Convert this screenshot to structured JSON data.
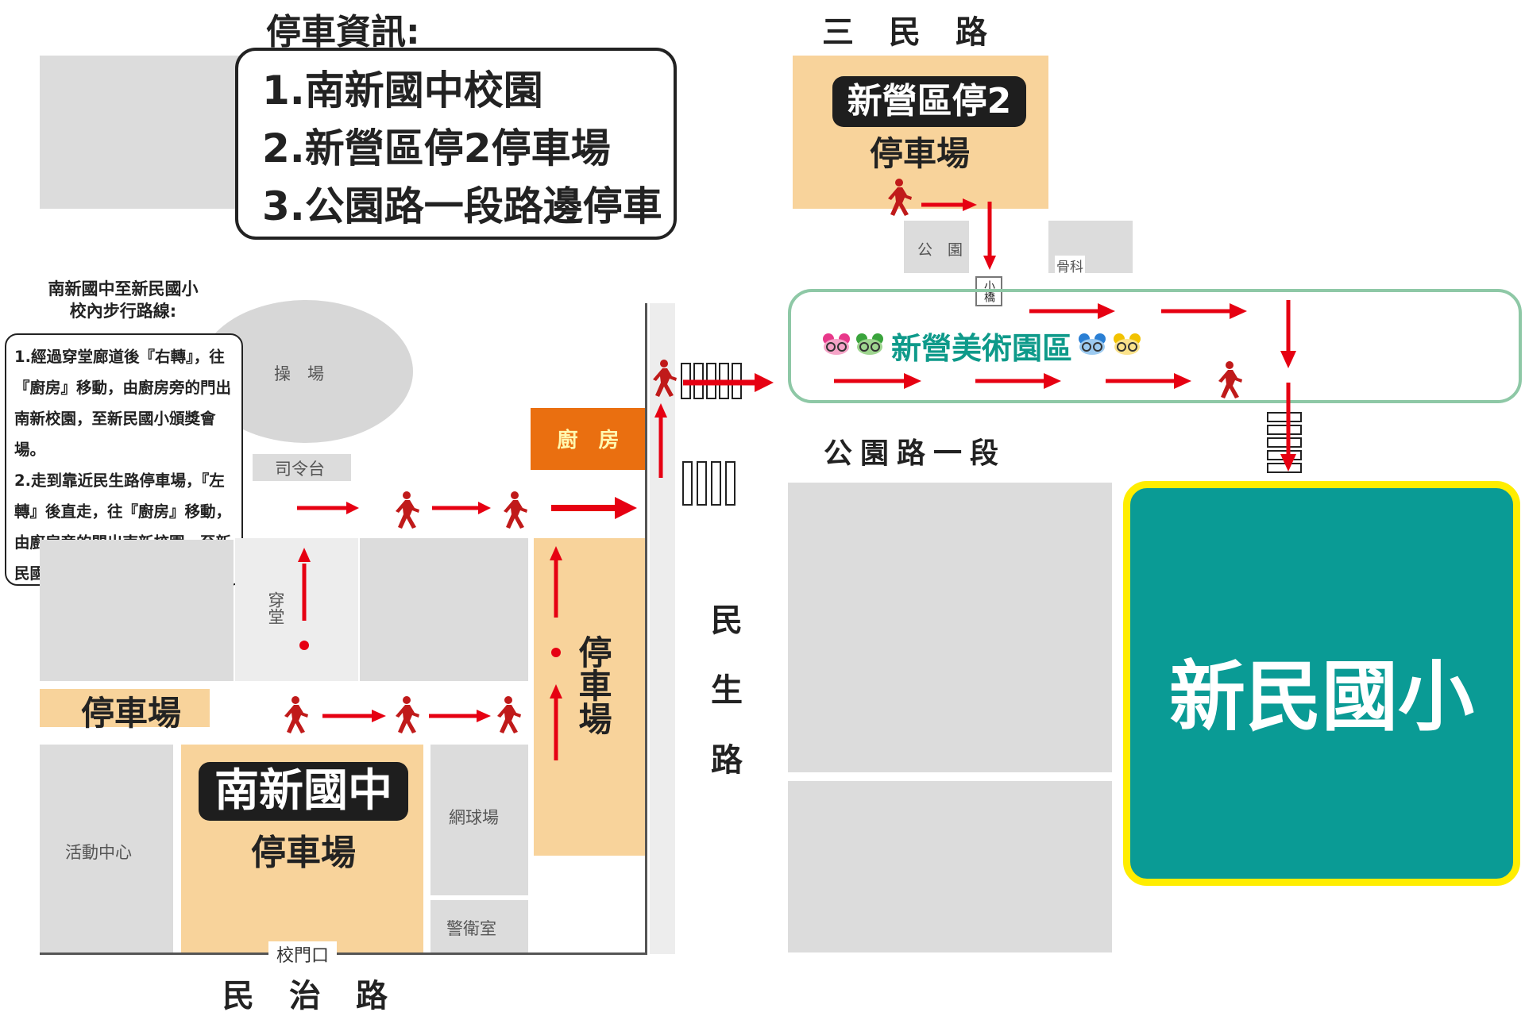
{
  "parking_info": {
    "title": "停車資訊:",
    "items": [
      "1.南新國中校園",
      "2.新營區停2停車場",
      "3.公園路一段路邊停車"
    ]
  },
  "walk_route": {
    "title_line1": "南新國中至新民國小",
    "title_line2": "校內步行路線:",
    "steps": [
      "1.經過穿堂廊道後『右轉』，往『廚房』移動，由廚房旁的門出南新校園，至新民國小頒獎會場。",
      "2.走到靠近民生路停車場，『左轉』後直走，往『廚房』移動，由廚房旁的門出南新校園，至新民國小頒獎會場。"
    ]
  },
  "roads": {
    "sanmin": "三　民　路",
    "gongyuan": "公園路一段",
    "minsheng": "民生路",
    "minzhi": "民　治　路"
  },
  "places": {
    "lot2_badge": "新營區停2",
    "lot2_sub": "停車場",
    "park": "公　園",
    "clinic": "骨科",
    "bridge": "小橋",
    "art_zone": "新營美術園區",
    "playground": "操　場",
    "platform": "司令台",
    "kitchen": "廚　房",
    "corridor": "穿堂",
    "parking_left": "停車場",
    "parking_vertical": "停車場",
    "activity_center": "活動中心",
    "nanxin_badge": "南新國中",
    "nanxin_sub": "停車場",
    "tennis": "網球場",
    "guard": "警衛室",
    "gate": "校門口",
    "xinmin": "新民國小"
  },
  "colors": {
    "arrow": "#e60012",
    "parking": "#f8d39b",
    "kitchen": "#ea6f10",
    "school": "#0a9b95",
    "school_border": "#ffed00",
    "art_zone_text": "#0e9a8a",
    "art_zone_border": "#8ec8a6"
  }
}
